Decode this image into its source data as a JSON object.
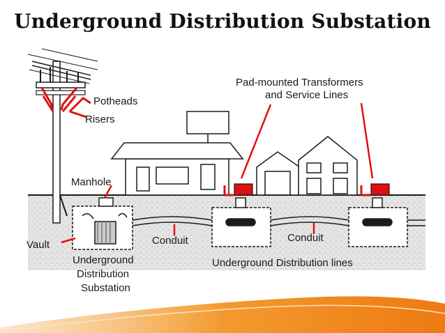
{
  "slide": {
    "title": "Underground Distribution Substation"
  },
  "diagram": {
    "labels": {
      "potheads": "Potheads",
      "risers": "Risers",
      "manhole": "Manhole",
      "vault": "Vault",
      "conduit_left": "Conduit",
      "conduit_right": "Conduit",
      "pad_transformers_line1": "Pad-mounted Transformers",
      "pad_transformers_line2": "and Service Lines",
      "substation_line1": "Underground",
      "substation_line2": "Distribution",
      "substation_line3": "Substation",
      "distribution_lines": "Underground Distribution lines"
    },
    "colors": {
      "accent_red": "#e01010",
      "outline": "#1a1a1a",
      "ground": "#e4e4e4",
      "footer_orange": "#f08a1c"
    }
  }
}
